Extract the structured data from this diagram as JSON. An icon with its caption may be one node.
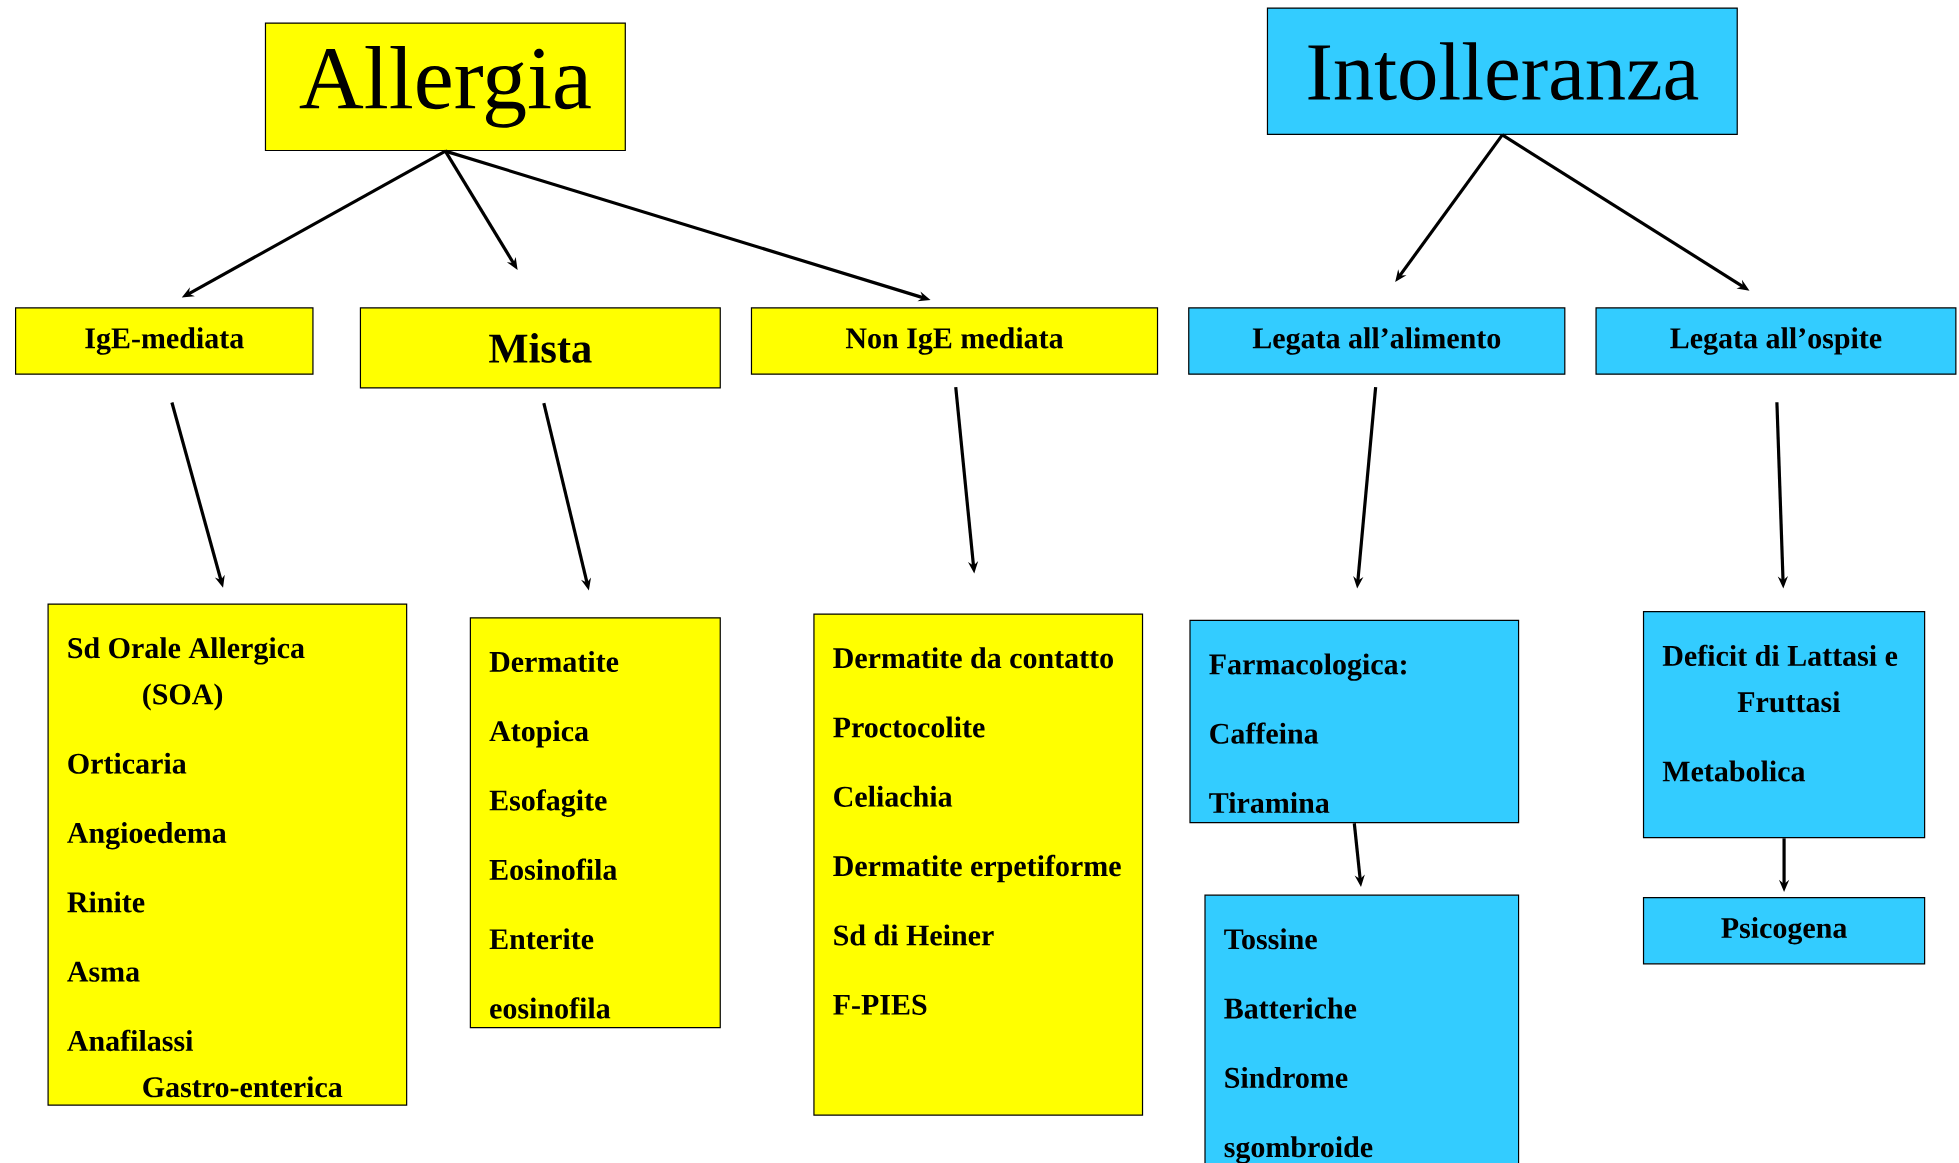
{
  "diagram": {
    "nodes": [
      {
        "text": [
          "Allergia"
        ]
      },
      {
        "text": [
          "Intolleranza"
        ]
      },
      {
        "text": [
          "IgE-mediata"
        ]
      },
      {
        "text": [
          "Mista"
        ]
      },
      {
        "text": [
          "Non IgE mediata"
        ]
      },
      {
        "text": [
          "Legata all’alimento"
        ]
      },
      {
        "text": [
          "Legata all’ospite"
        ]
      },
      {
        "text": [
          "Sd Orale Allergica (SOA)",
          "Orticaria",
          "Angioedema",
          "Rinite",
          "Asma",
          "Anafilassi Gastro-enterica"
        ]
      },
      {
        "text": [
          "Dermatite",
          "Atopica",
          "Esofagite",
          "Eosinofila",
          "Enterite",
          "eosinofila"
        ]
      },
      {
        "text": [
          "Dermatite da contatto",
          "Proctocolite",
          "Celiachia",
          "Dermatite erpetiforme",
          "Sd di Heiner",
          "F-PIES"
        ]
      },
      {
        "text": [
          "Farmacologica:",
          "Caffeina",
          "Tiramina"
        ]
      },
      {
        "text": [
          "Tossine",
          "Batteriche",
          "Sindrome",
          "sgombroide"
        ]
      },
      {
        "text": [
          "Deficit di Lattasi e Fruttasi",
          "Metabolica"
        ]
      },
      {
        "text": [
          "Psicogena"
        ]
      }
    ],
    "edges": [
      {
        "from": 0,
        "to": 2,
        "arrow": "to"
      },
      {
        "from": 0,
        "to": 3,
        "arrow": "to"
      },
      {
        "from": 0,
        "to": 4,
        "arrow": "to"
      },
      {
        "from": 1,
        "to": 5,
        "arrow": "to"
      },
      {
        "from": 1,
        "to": 6,
        "arrow": "to"
      },
      {
        "from": 2,
        "to": 7,
        "arrow": "to"
      },
      {
        "from": 3,
        "to": 8,
        "arrow": "to"
      },
      {
        "from": 4,
        "to": 9,
        "arrow": "to"
      },
      {
        "from": 5,
        "to": 10,
        "arrow": "to"
      },
      {
        "from": 6,
        "to": 12,
        "arrow": "to"
      },
      {
        "from": 10,
        "to": 11,
        "arrow": "to"
      },
      {
        "from": 12,
        "to": 13,
        "arrow": "to"
      }
    ]
  }
}
